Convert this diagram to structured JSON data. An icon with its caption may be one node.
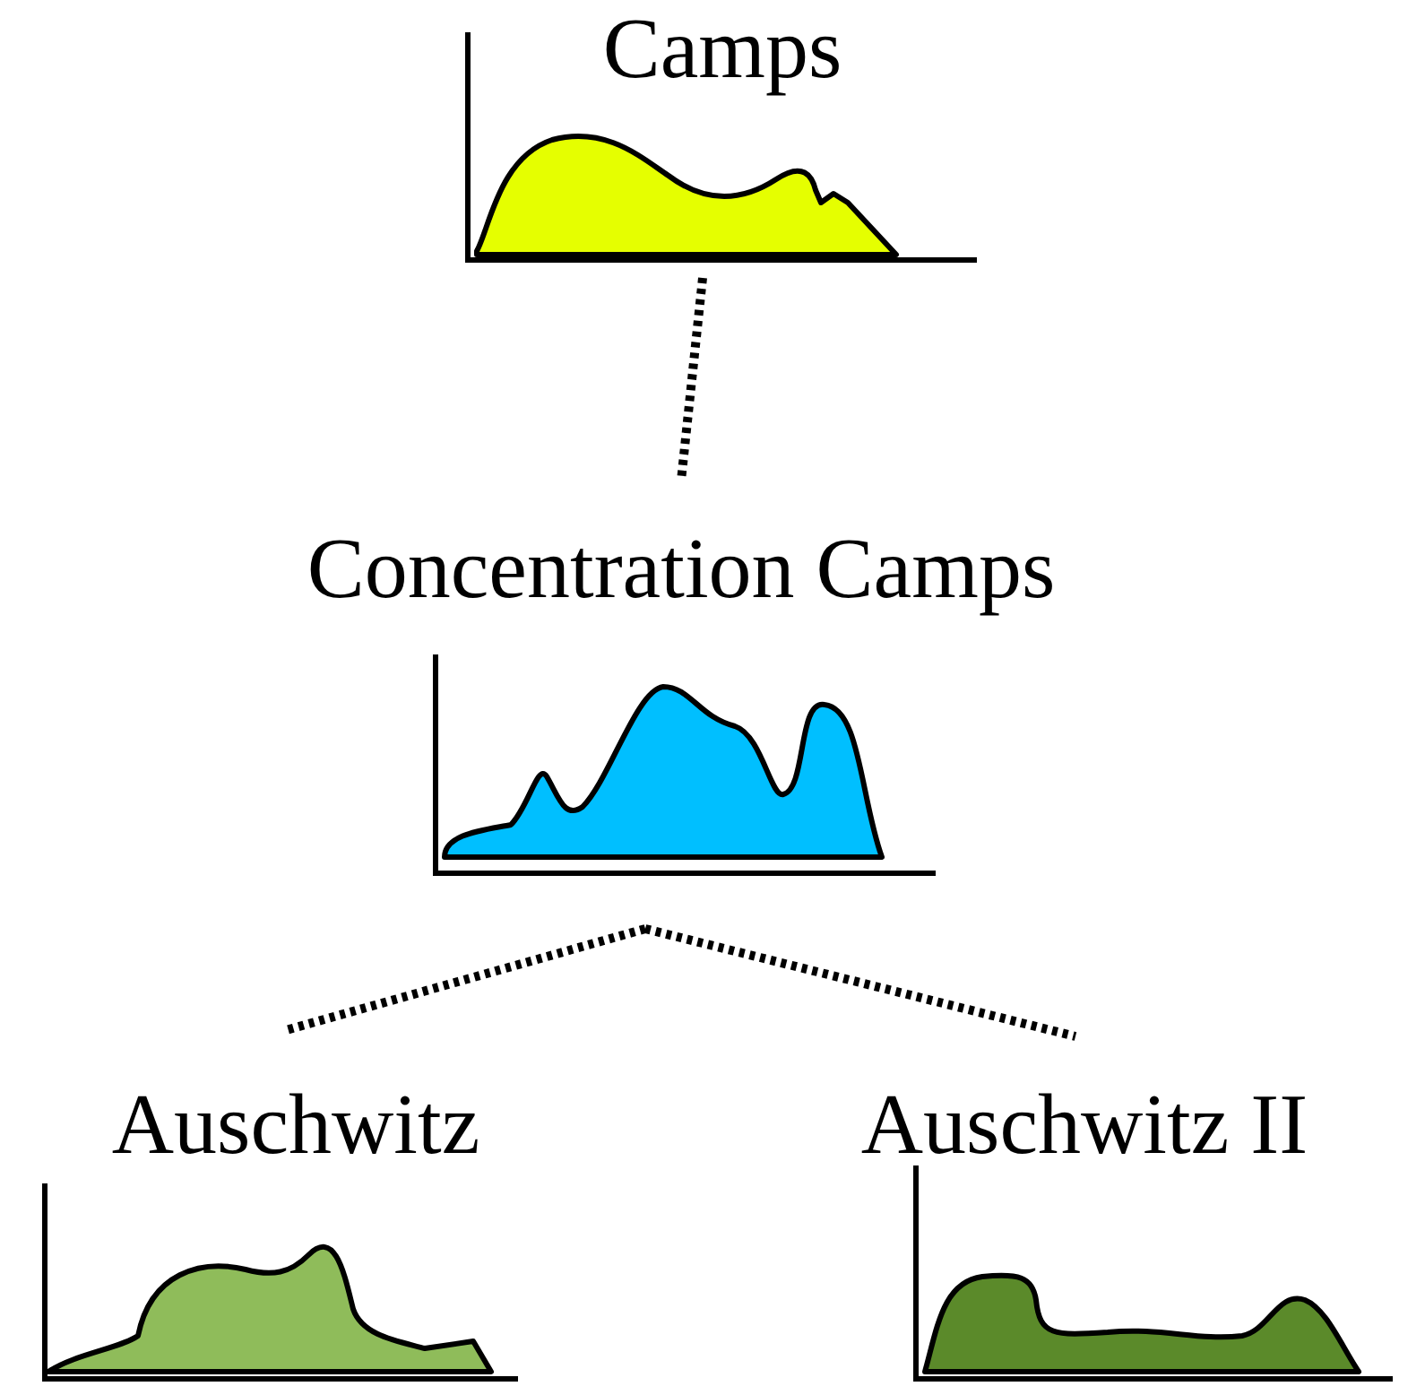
{
  "diagram": {
    "nodes": [
      {
        "text": [
          "Camps"
        ]
      },
      {
        "text": [
          "Concentration Camps"
        ]
      },
      {
        "text": [
          "Auschwitz"
        ]
      },
      {
        "text": [
          "Auschwitz II"
        ]
      }
    ],
    "edges": [
      {
        "from": 0,
        "to": 1,
        "arrow": "none",
        "style": "dashed"
      },
      {
        "from": 1,
        "to": 2,
        "arrow": "none",
        "style": "dashed"
      },
      {
        "from": 1,
        "to": 3,
        "arrow": "none",
        "style": "dashed"
      }
    ]
  }
}
